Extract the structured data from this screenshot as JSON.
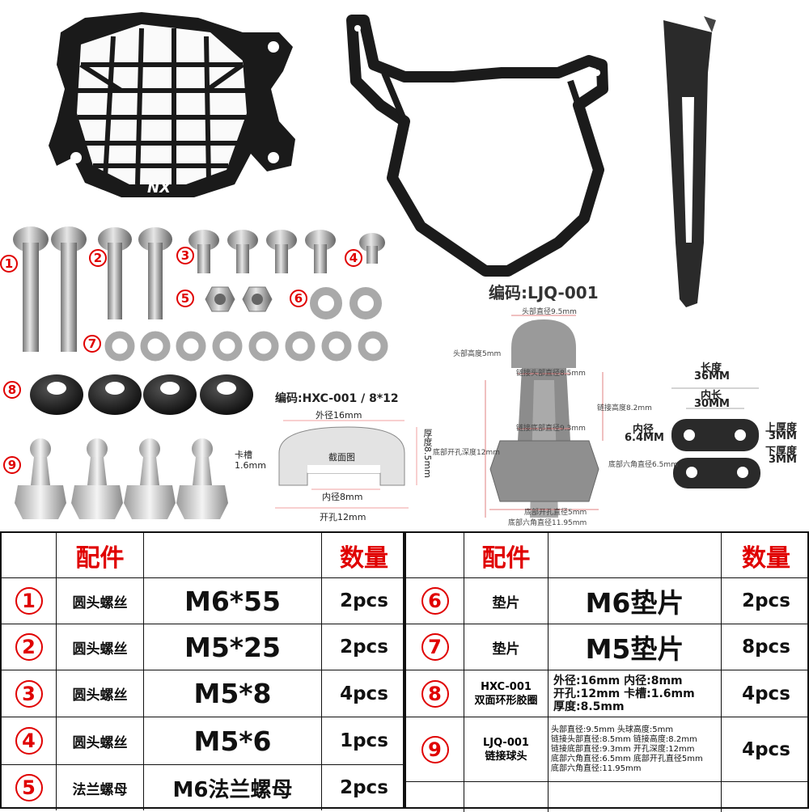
{
  "photo": {
    "logo_text": "NX",
    "code_bracket": "编码:LJQ-001",
    "code_grommet": "编码:HXC-001 / 8*12",
    "markers": [
      "1",
      "2",
      "3",
      "4",
      "5",
      "6",
      "7",
      "8",
      "9"
    ],
    "ball_labels": {
      "head_dia": "头部直径9.5mm",
      "head_height": "头部高度5mm",
      "link_head_dia": "链接头部直径8.5mm",
      "link_height": "链接高度8.2mm",
      "link_bottom_dia": "链接底部直径9.3mm",
      "hole_depth": "底部开孔深度12mm",
      "hex_dia": "底部六角直径6.5mm",
      "bottom_hole": "底部开孔直径5mm",
      "hex_corner": "底部六角直径11.95mm"
    },
    "grommet_labels": {
      "outer": "外径16mm",
      "thickness": "厚度8.5mm",
      "groove": "卡槽\n1.6mm",
      "section": "截面图",
      "inner": "内径8mm",
      "hole": "开孔12mm"
    },
    "spacer_labels": {
      "length_title": "长度",
      "length": "36MM",
      "inner_len_title": "内长",
      "inner_len": "30MM",
      "inner_dia_title": "内径",
      "inner_dia": "6.4MM",
      "top_thick_title": "上厚度",
      "top_thick": "3MM",
      "bottom_thick_title": "下厚度",
      "bottom_thick": "3MM"
    }
  },
  "table": {
    "header_part": "配件",
    "header_qty": "数量",
    "left_rows": [
      {
        "num": "1",
        "name": "圆头螺丝",
        "spec": "M6*55",
        "qty": "2pcs"
      },
      {
        "num": "2",
        "name": "圆头螺丝",
        "spec": "M5*25",
        "qty": "2pcs"
      },
      {
        "num": "3",
        "name": "圆头螺丝",
        "spec": "M5*8",
        "qty": "4pcs"
      },
      {
        "num": "4",
        "name": "圆头螺丝",
        "spec": "M5*6",
        "qty": "1pcs"
      },
      {
        "num": "5",
        "name": "法兰螺母",
        "spec": "M6法兰螺母",
        "qty": "2pcs"
      }
    ],
    "right_rows": [
      {
        "num": "6",
        "name": "垫片",
        "spec": "M6垫片",
        "qty": "2pcs"
      },
      {
        "num": "7",
        "name": "垫片",
        "spec": "M5垫片",
        "qty": "8pcs"
      },
      {
        "num": "8",
        "name_l1": "HXC-001",
        "name_l2": "双面环形胶圈",
        "spec_l1": "外径:16mm 内径:8mm",
        "spec_l2": "开孔:12mm 卡槽:1.6mm",
        "spec_l3": "厚度:8.5mm",
        "qty": "4pcs"
      },
      {
        "num": "9",
        "name_l1": "LJQ-001",
        "name_l2": "链接球头",
        "spec_l1": "头部直径:9.5mm 头球高度:5mm",
        "spec_l2": "链接头部直径:8.5mm 链接高度:8.2mm",
        "spec_l3": "链接底部直径:9.3mm 开孔深度:12mm",
        "spec_l4": "底部六角直径:6.5mm 底部开孔直径5mm",
        "spec_l5": "底部六角直径:11.95mm",
        "qty": "4pcs"
      },
      {
        "num": "",
        "name": "",
        "spec": "",
        "qty": ""
      }
    ]
  }
}
